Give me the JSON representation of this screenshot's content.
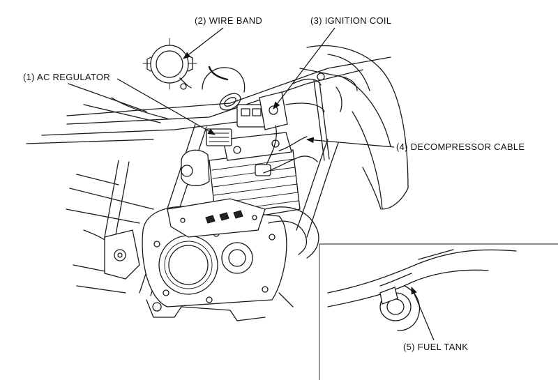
{
  "labels": {
    "ac_regulator": "(1) AC REGULATOR",
    "wire_band": "(2) WIRE BAND",
    "ignition_coil": "(3) IGNITION COIL",
    "decompressor_cable": "(4) DECOMPRESSOR CABLE",
    "fuel_tank": "(5) FUEL TANK"
  }
}
